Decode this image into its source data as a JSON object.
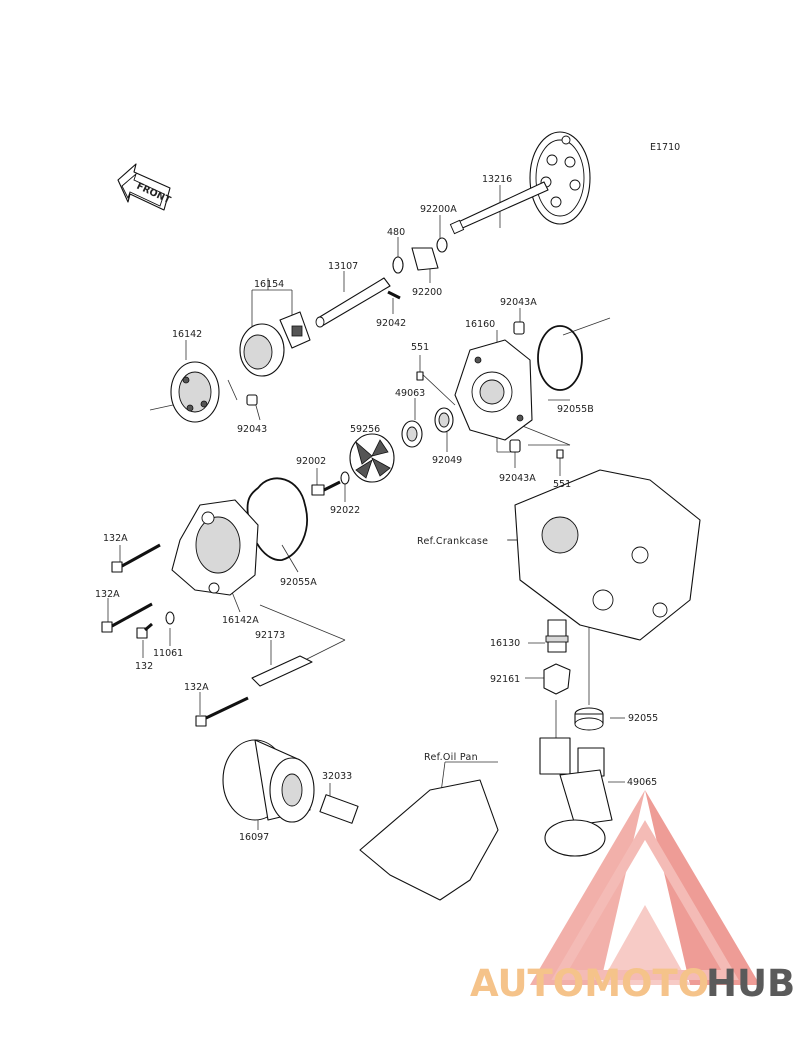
{
  "diagram_id": "E1710",
  "front_label": "FRONT",
  "parts": {
    "p13216": "13216",
    "p92200A": "92200A",
    "p480": "480",
    "p92200": "92200",
    "p16154": "16154",
    "p13107": "13107",
    "p92042": "92042",
    "p92043A_top": "92043A",
    "p16160": "16160",
    "p16142": "16142",
    "p551_top": "551",
    "p92055B": "92055B",
    "p92043": "92043",
    "p59256": "59256",
    "p49063": "49063",
    "p92049": "92049",
    "p92002": "92002",
    "p92043A_bot": "92043A",
    "p551_bot": "551",
    "p92022": "92022",
    "p132A_1": "132A",
    "p132A_2": "132A",
    "p92055A": "92055A",
    "p16142A": "16142A",
    "p92173": "92173",
    "p11061": "11061",
    "p132": "132",
    "p132A_3": "132A",
    "p16130": "16130",
    "p92161": "92161",
    "p92055": "92055",
    "p49065": "49065",
    "p32033": "32033",
    "p16097": "16097"
  },
  "refs": {
    "crankcase": "Ref.Crankcase",
    "oil_pan": "Ref.Oil Pan"
  },
  "watermark": {
    "brand_part1": "AUTOMOTO",
    "brand_part2": "HUB",
    "color_light": "#f5c38a",
    "color_red": "#e8716a",
    "color_dark": "#5a5a5a"
  }
}
